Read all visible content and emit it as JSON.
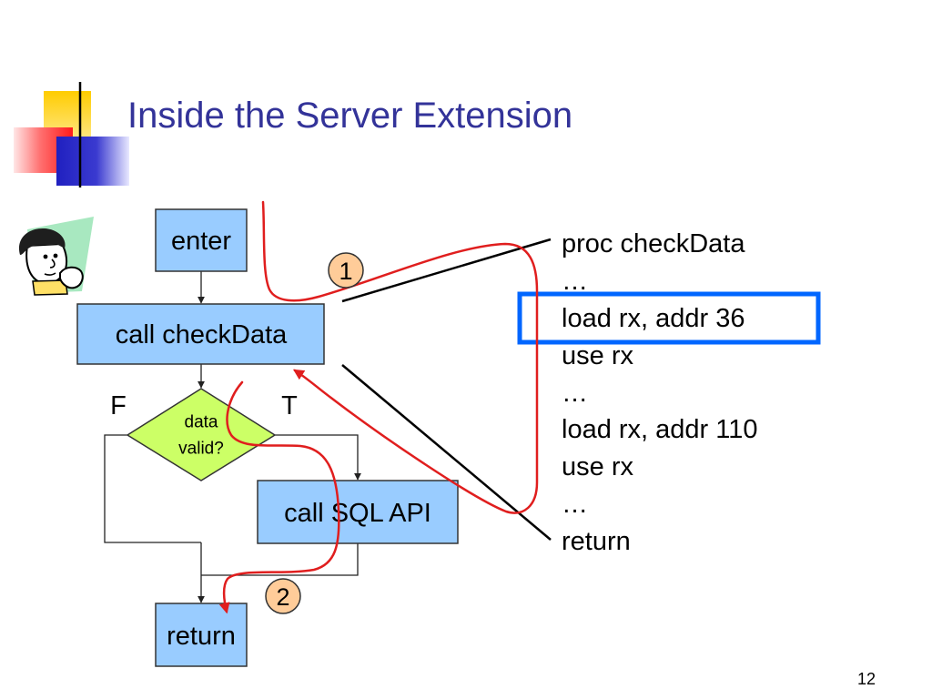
{
  "slide": {
    "title": "Inside the Server Extension",
    "page_number": "12"
  },
  "icons": {
    "logo": "slide-logo",
    "presenter": "thinking-person-icon"
  },
  "flowchart": {
    "enter": "enter",
    "call_check": "call checkData",
    "decision_label": [
      "data",
      "valid?"
    ],
    "branch_false": "F",
    "branch_true": "T",
    "call_sql": "call SQL API",
    "return": "return"
  },
  "step_markers": [
    "1",
    "2"
  ],
  "code": {
    "lines": [
      "proc checkData",
      "…",
      "load rx, addr 36",
      "use rx",
      "…",
      "load rx, addr 110",
      "use rx",
      "…",
      "return"
    ]
  },
  "colors": {
    "title": "#333399",
    "box_fill": "#99CCFF",
    "decision_fill": "#CCFF66",
    "marker_fill": "#FFCC99",
    "highlight": "#0066FF",
    "trace": "#E01E1E"
  }
}
